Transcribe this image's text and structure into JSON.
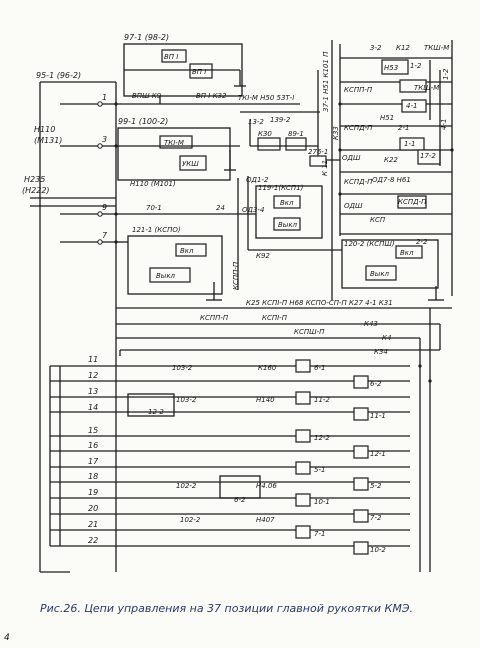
{
  "caption": "Рис.26. Цепи управления на 37 позиции главной рукоятки КМЭ.",
  "page_marker": "4",
  "left_labels": {
    "sw1": "95-1 (96-2)",
    "n110": "Н110",
    "m131": "(М131)",
    "n235": "Н235",
    "h222": "(Н222)"
  },
  "wire_numbers": [
    "1",
    "3",
    "9",
    "7",
    "11",
    "12",
    "13",
    "14",
    "15",
    "16",
    "17",
    "18",
    "19",
    "20",
    "21",
    "22"
  ],
  "top_group": {
    "g1": "97-1 (98-2)",
    "vp1a": "ВП I",
    "vp1b": "ВП I",
    "row1": "ВПШ К9",
    "row2": "ВП I К32",
    "g2": "99-1 (100-2)",
    "tki_m": "ТКI-М",
    "tki_m2": "ТКI-М",
    "ukt": "УКШ",
    "n11": "Н110 (М101)",
    "k50": "ТКI-М Н50 53Т-I",
    "r139": "139-2",
    "r13": "13-2",
    "k30": "К30",
    "r89": "89-1",
    "vert1": "37-1 Н51 К101 П",
    "k11": "К 11",
    "k33": "К33",
    "r276": "276-1"
  },
  "right_group": {
    "r32": "3-2",
    "k12": "К12",
    "tkp": "ТКШ-М",
    "r12": "1-2",
    "h53": "Н53",
    "tkpm": "ТКШ-М",
    "kspp": "КСПП-П",
    "r41": "4-1",
    "r11": "1-1",
    "h51": "Н51",
    "kspd": "КСПД-П",
    "r21": "2-1",
    "r411": "4-1",
    "odp": "ОДШ",
    "k22": "К22",
    "r172": "17-2",
    "od78": "ОД7-8 Н61",
    "kspdl": "КСПД-П",
    "kspd2": "КСПД-П",
    "od2": "ОДШ",
    "ksp": "КСП"
  },
  "mid_group": {
    "od2_2": "ОД1-2",
    "m9": "119-1(КСП1)",
    "vkl1": "Вкл",
    "vykl1": "Выкл",
    "od3": "ОД3-4",
    "r701": "70-1",
    "n24": "24",
    "k92": "К92",
    "g120": "120-2 (КСПШ)",
    "g121": "121-1 (КСПО)",
    "vkl2": "Вкл",
    "vykl2": "Выкл",
    "vkl3": "Вкл",
    "vykl3": "Выкл",
    "r22": "2-2",
    "kspp_v": "КСПП-П",
    "bus": "К25 КСПI-П Н68  КСПО-СП-П К27  4-1  К31",
    "kspn": "КСПП-П",
    "kspi": "КСПI-П",
    "kspsh": "КСПШ-П",
    "k43": "К43",
    "k4": "К4",
    "k34": "К34"
  },
  "bottom_group": {
    "r1032a": "103-2",
    "k160": "К160",
    "r61": "6-1",
    "r62": "6-2",
    "r1032b": "103-2",
    "h140": "Н140",
    "r112": "11-2",
    "r122": "12-2",
    "r111": "11-1",
    "r1222": "12-2",
    "r121": "12-1",
    "r1022": "102-2",
    "h406": "Н4.06",
    "r51": "5-1",
    "r62b": "6-2",
    "r52": "5-2",
    "r101": "10-1",
    "r1022b": "102-2",
    "h407": "Н407",
    "r72": "7-2",
    "r71": "7-1",
    "r102": "10-2"
  },
  "edge_marks": {
    "a": "1-2",
    "b": "4-1"
  }
}
